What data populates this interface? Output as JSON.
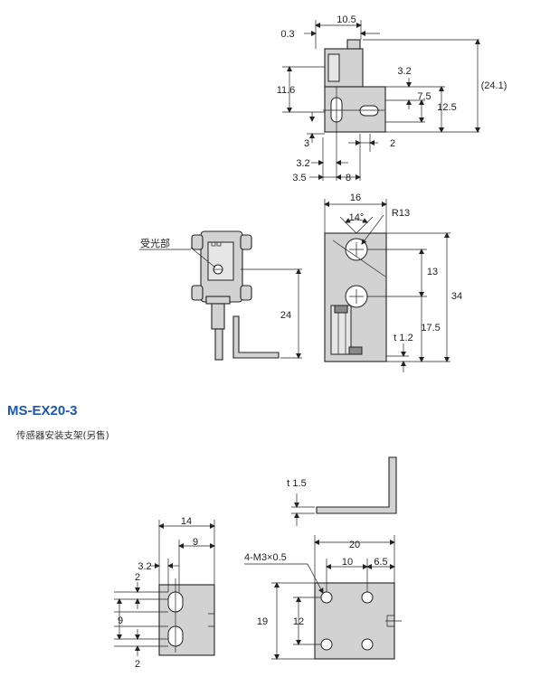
{
  "top_view": {
    "dims": [
      "0.3",
      "10.5",
      "(24.1)",
      "3.2",
      "11.6",
      "7.5",
      "12.5",
      "3",
      "2",
      "3.2",
      "3.5",
      "8"
    ]
  },
  "front_view": {
    "label": "受光部",
    "dims": [
      "24"
    ]
  },
  "side_view": {
    "dims": [
      "16",
      "14°",
      "R13",
      "13",
      "34",
      "17.5",
      "t 1.2"
    ]
  },
  "product": {
    "title": "MS-EX20-3",
    "subtitle": "传感器安装支架(另售)"
  },
  "bracket_top": {
    "dims": [
      "t 1.5"
    ]
  },
  "bracket_left": {
    "dims": [
      "14",
      "9",
      "3.2",
      "2",
      "9",
      "2"
    ]
  },
  "bracket_right": {
    "dims": [
      "4-M3×0.5",
      "20",
      "10",
      "6.5",
      "19",
      "12"
    ]
  }
}
